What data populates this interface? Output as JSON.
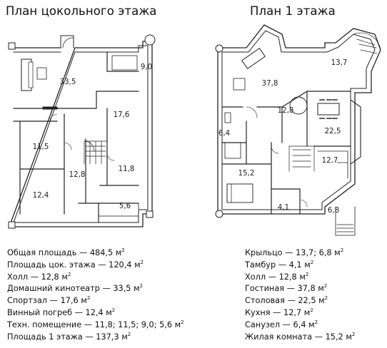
{
  "titles": {
    "left": "План цокольного этажа",
    "right": "План 1 этажа"
  },
  "unit_sup": "2",
  "basement_rooms": [
    "33,5",
    "9,0",
    "17,6",
    "11,5",
    "12,8",
    "11,8",
    "12,4",
    "5,6"
  ],
  "first_floor_rooms": [
    "37,8",
    "13,7",
    "6,4",
    "12,8",
    "22,5",
    "12,7",
    "15,2",
    "4,1",
    "6,8"
  ],
  "legend_left": [
    {
      "text": "Общая площадь — 484,5 м",
      "sup": true
    },
    {
      "text": "Площадь цок. этажа — 120,4 м",
      "sup": true
    },
    {
      "text": "Холл — 12,8 м",
      "sup": true
    },
    {
      "text": "Домашний кинотеатр — 33,5 м",
      "sup": true
    },
    {
      "text": "Спортзал — 17,6 м",
      "sup": true
    },
    {
      "text": "Винный погреб — 12,4 м",
      "sup": true
    },
    {
      "text": "Техн. помещение — 11,8; 11,5; 9,0; 5,6 м",
      "sup": true
    },
    {
      "text": "Площадь 1 этажа — 137,3 м",
      "sup": true
    }
  ],
  "legend_right": [
    {
      "text": "Крыльцо — 13,7; 6,8 м",
      "sup": true
    },
    {
      "text": "Тамбур — 4,1 м",
      "sup": true
    },
    {
      "text": "Холл — 12,8 м",
      "sup": true
    },
    {
      "text": "Гостиная — 37,8 м",
      "sup": true
    },
    {
      "text": "Столовая — 22,5 м",
      "sup": true
    },
    {
      "text": "Кухня — 12,7 м",
      "sup": true
    },
    {
      "text": "Санузел — 6,4 м",
      "sup": true
    },
    {
      "text": "Жилая комната — 15,2 м",
      "sup": true
    }
  ]
}
